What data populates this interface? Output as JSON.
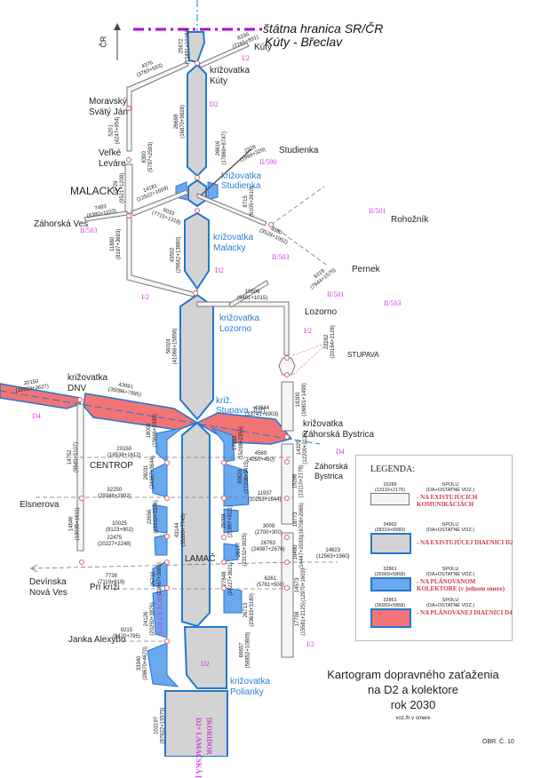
{
  "title": {
    "line1": "Kartogram dopravného zaťaženia",
    "line2": "na D2 a kolektore",
    "line3": "rok 2030",
    "unit": "voz./h v smere",
    "figure_no": "OBR. Č. 10"
  },
  "border": {
    "line1": "štátna hranica SR/ČR",
    "line2": "Kúty - Břeclav",
    "direction": "ČR"
  },
  "colors": {
    "existing_road": "#d9d9d9",
    "d2": "#1f78d1",
    "d2_fill": "#d3d3d3",
    "collector": "#6aa8f0",
    "d4": "#f27474",
    "border_line": "#b000d8",
    "road_label": "#d13ad6",
    "junction_label": "#2a7fd0",
    "legend_text": "#d23a4a"
  },
  "places": {
    "kuty": "Kúty",
    "moravsky": "Moravský",
    "svaty_jan": "Svätý Ján",
    "velke": "Veľké",
    "levare": "Leváre",
    "malacky": "MALACKY",
    "zahorska_ves": "Záhorská Ves",
    "studienka": "Studienka",
    "rohoznik": "Rohožník",
    "pernek": "Pernek",
    "lozorno": "Lozorno",
    "stupava": "STUPAVA",
    "centrop": "CENTROP",
    "elsnerova": "Elsnerova",
    "devinska1": "Devínska",
    "devinska2": "Nová Ves",
    "pri_krizi": "Pri kríži",
    "janka": "Janka Alexyho",
    "lamac": "LAMAČ",
    "zb1": "Záhorská",
    "zb2": "Bystrica"
  },
  "junctions": {
    "kuty1": "križovatka",
    "kuty2": "Kúty",
    "stud1": "križovatka",
    "stud2": "Studienka",
    "mal1": "križovatka",
    "mal2": "Malacky",
    "loz1": "križovatka",
    "loz2": "Lozorno",
    "dnv1": "križovatka",
    "dnv2": "DNV",
    "sj1": "križ.",
    "sj2": "Stupava Juh",
    "zab1": "križovatka",
    "zab2": "Záhorská Bystrica",
    "pol1": "križovatka",
    "pol2": "Polianky"
  },
  "roads": {
    "i2_top": "I/2",
    "d2_1": "D2",
    "ii590": "II/590",
    "ii503_a": "II/503",
    "ii501_a": "II/501",
    "ii503_b": "II/503",
    "i2_mid": "I/2",
    "d2_2": "D2",
    "ii501_b": "II/501",
    "ii503_c": "II/503",
    "i2_loz": "I/2",
    "d4_w": "D4",
    "d4_e": "D4",
    "kolektor": "KOLEKTOR",
    "d2_3": "D2",
    "i2_bot": "I/2",
    "i2_bot2": "I/2",
    "koridor1": "[KORIDOR",
    "koridor2": "D2+ LAMAČSKÁ ]"
  },
  "volumes": {
    "v1": [
      "25672",
      "(15491+10181)"
    ],
    "v2": [
      "8156",
      "(7265+891)"
    ],
    "v3": [
      "4376",
      "(3783+593)"
    ],
    "v4": [
      "26698",
      "(16870+9828)"
    ],
    "v5": [
      "5201",
      "(4247+954)"
    ],
    "v6": [
      "26616",
      "(17869+8747)"
    ],
    "v7": [
      "2328",
      "(1999+329)"
    ],
    "v8": [
      "8390",
      "(5787+2593)"
    ],
    "v9": [
      "10729",
      "(9521+1208)"
    ],
    "v10": [
      "14181",
      "(12522+1659)"
    ],
    "v11": [
      "7483",
      "(6380+1103)"
    ],
    "v12": [
      "9033",
      "(7715+1318)"
    ],
    "v13": [
      "8715",
      "(6105+2610)"
    ],
    "v14": [
      "4580",
      "(3528+1052)"
    ],
    "v15": [
      "11880",
      "(8187+3693)"
    ],
    "v16": [
      "43502",
      "(29642+13860)"
    ],
    "v17": [
      "9219",
      "(7644+1575)"
    ],
    "v18": [
      "10506",
      "(9491+1015)"
    ],
    "v19": [
      "22282",
      "(20164+2128)"
    ],
    "v20": [
      "56024",
      "(41068+15856)"
    ],
    "v21": [
      "20150",
      "(16523+3627)"
    ],
    "v22": [
      "43091",
      "(35096+7995)"
    ],
    "v23": [
      "40644",
      "(33741+6903)"
    ],
    "v24": [
      "18300",
      "(16801+1499)"
    ],
    "v25": [
      "18005",
      "(15666+2339)"
    ],
    "v26": [
      "20150",
      "(18538+1612)"
    ],
    "v27": [
      "17653",
      "(15298+2355)"
    ],
    "v28": [
      "4569",
      "(4050+450)"
    ],
    "v29": [
      "14325",
      "(12200+2125)"
    ],
    "v30": [
      "14752",
      "(9645+5107)"
    ],
    "v31": [
      "28031",
      "(24387+3644)"
    ],
    "v32": [
      "30623",
      "(27208+3415)"
    ],
    "v33": [
      "15286",
      "(13110+2176)"
    ],
    "v34": [
      "32250",
      "(29348+2902)"
    ],
    "v35": [
      "11937",
      "(10293+1644)"
    ],
    "v36": [
      "14646",
      "(13035+1611)"
    ],
    "v37": [
      "10025",
      "(9123+902)"
    ],
    "v38": [
      "22656",
      "(19332+3324)"
    ],
    "v39": [
      "43144",
      "(35399+7745)"
    ],
    "v40": [
      "25008",
      "(21897+3111)"
    ],
    "v41": [
      "18773",
      "(16708+2065)"
    ],
    "v42": [
      "3009",
      "(2700+300)"
    ],
    "v43": [
      "22475",
      "(20227+2248)"
    ],
    "v44": [
      "26177",
      "(23152+3025)"
    ],
    "v45": [
      "26763",
      "(24087+2676)"
    ],
    "v46": [
      "16480",
      "(14447+2033)"
    ],
    "v47": [
      "14623",
      "(12563+1960)"
    ],
    "v48": [
      "7738",
      "(7119+619)"
    ],
    "v49": [
      "25732",
      "(22667+3065)"
    ],
    "v50": [
      "27848",
      "(24227+3621)"
    ],
    "v51": [
      "6261",
      "(5761+500)"
    ],
    "v52": [
      "14573",
      "(12970+1603)"
    ],
    "v53": [
      "24126",
      "(20250+3876)"
    ],
    "v54": [
      "26713",
      "(23633+3180)"
    ],
    "v55": [
      "17708",
      "(15581+2125)"
    ],
    "v56": [
      "9215",
      "(8420+795)"
    ],
    "v57": [
      "33340",
      "(28670+4670)"
    ],
    "v58": [
      "69657",
      "(58852+10805)"
    ],
    "v59": [
      "103197",
      "(87622+15575)"
    ]
  },
  "legend": {
    "heading": "LEGENDA:",
    "items": [
      {
        "num": "15286",
        "split": "(13110+2176)",
        "spolu": "SPOLU",
        "sub": "(OA+OSTATNÉ VOZ.)",
        "desc": "- NA EXISTUJÚCICH KOMUNIKÁCIÁCH"
      },
      {
        "num": "34902",
        "split": "(28319+6583)",
        "spolu": "SPOLU",
        "sub": "(OA+OSTATNÉ VOZ.)",
        "desc": "- NA EXISTUJÚCEJ DIAĽNICI D2"
      },
      {
        "num": "32861",
        "split": "(26993+5868)",
        "spolu": "SPOLU",
        "sub": "(OA+OSTATNÉ VOZ.)",
        "desc": "- NA PLÁNOVANOM KOLEKTORE (v jednom smere)"
      },
      {
        "num": "32861",
        "split": "(26993+5868)",
        "spolu": "SPOLU",
        "sub": "(OA+OSTATNÉ VOZ.)",
        "desc": "- NA PLÁNOVANEJ DIAĽNICI D4"
      }
    ]
  }
}
